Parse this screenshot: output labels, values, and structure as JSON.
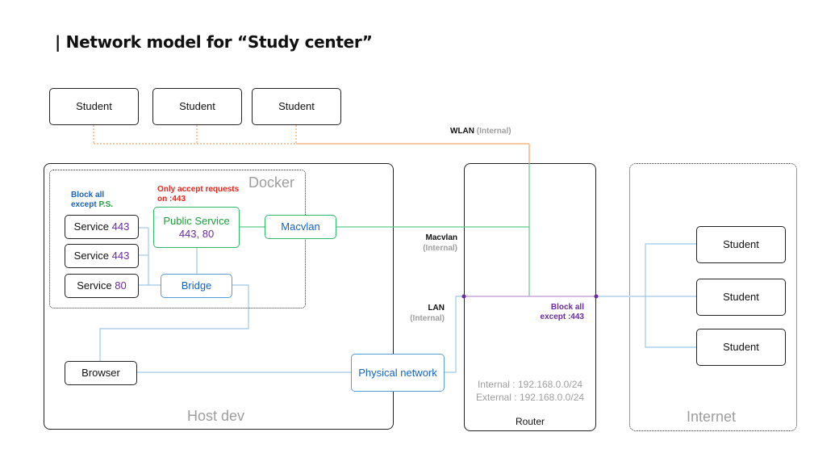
{
  "title": "| Network model for “Study center”",
  "colors": {
    "wlan": "#f4a46a",
    "macvlan": "#5dcc8a",
    "lan": "#9ec7ea",
    "firewall": "#c6a6dc",
    "firewall_dot": "#6a2c9e",
    "note_red": "#e8261c",
    "note_blue": "#1565c0",
    "note_purple": "#6a2c9e",
    "muted": "#9e9e9e"
  },
  "wlan_students": [
    "Student",
    "Student",
    "Student"
  ],
  "wlan_label": {
    "name": "WLAN",
    "scope": "(Internal)"
  },
  "host": {
    "label": "Host dev",
    "docker": {
      "label": "Docker",
      "block_note": {
        "line1": "Block all",
        "line2": "except ",
        "highlight": "P.S."
      },
      "accept_note": {
        "line1": "Only accept requests",
        "line2": "on :443"
      },
      "services": [
        {
          "name": "Service",
          "port": "443"
        },
        {
          "name": "Service",
          "port": "443"
        },
        {
          "name": "Service",
          "port": "80"
        }
      ],
      "public_service": {
        "name": "Public Service",
        "ports": "443, 80"
      },
      "macvlan": "Macvlan",
      "bridge": "Bridge"
    },
    "browser": "Browser",
    "physical_network": "Physical network"
  },
  "macvlan_label": {
    "name": "Macvlan",
    "scope": "(Internal)"
  },
  "lan_label": {
    "name": "LAN",
    "scope": "(Internal)"
  },
  "router": {
    "label": "Router",
    "firewall_note": {
      "line1": "Block all",
      "line2": "except :443"
    },
    "internal": "Internal : 192.168.0.0/24",
    "external": "External : 192.168.0.0/24"
  },
  "internet": {
    "label": "Internet",
    "students": [
      "Student",
      "Student",
      "Student"
    ]
  }
}
